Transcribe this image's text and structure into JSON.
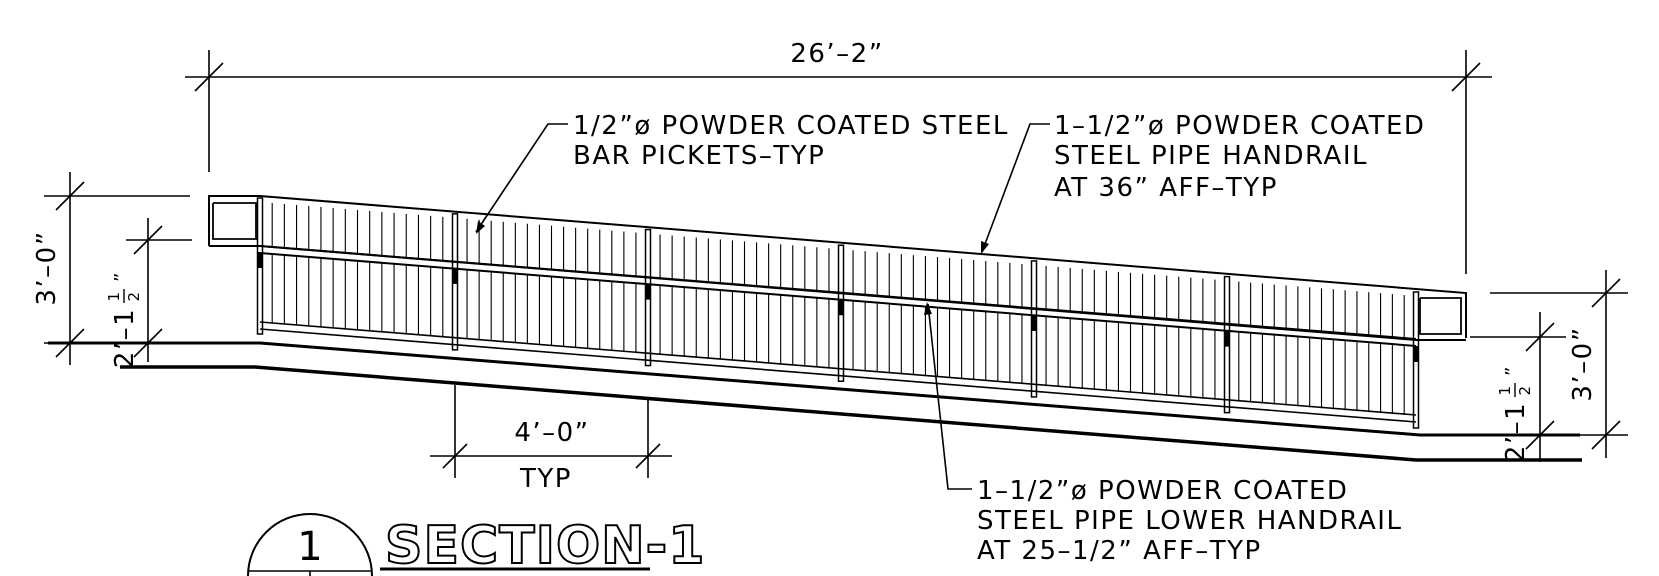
{
  "drawing": {
    "overall_length": "26’–2”",
    "notes": {
      "pickets": [
        "1/2”ø POWDER COATED STEEL",
        "BAR PICKETS–TYP"
      ],
      "handrail": [
        "1–1/2”ø POWDER COATED",
        "STEEL PIPE HANDRAIL",
        "AT 36” AFF–TYP"
      ],
      "lower_handrail": [
        "1–1/2”ø POWDER COATED",
        "STEEL PIPE LOWER HANDRAIL",
        "AT 25–1/2” AFF–TYP"
      ]
    },
    "spacing": {
      "value": "4’–0”",
      "note": "TYP"
    },
    "left_dims": {
      "outer": "3’–0”",
      "inner_whole": "2’–1",
      "inner_num": "1",
      "inner_den": "2",
      "inner_inch": "”"
    },
    "right_dims": {
      "outer": "3’–0”",
      "inner_whole": "2’–1",
      "inner_num": "1",
      "inner_den": "2",
      "inner_inch": "”"
    },
    "section": {
      "number": "1",
      "title": "SECTION-1"
    }
  }
}
